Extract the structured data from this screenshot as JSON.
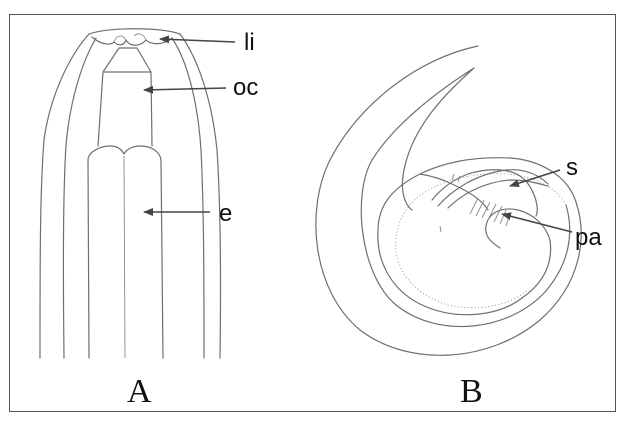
{
  "panels": [
    {
      "id": "A",
      "label": "A",
      "callouts": [
        {
          "key": "li",
          "text": "li"
        },
        {
          "key": "oc",
          "text": "oc"
        },
        {
          "key": "e",
          "text": "e"
        }
      ]
    },
    {
      "id": "B",
      "label": "B",
      "callouts": [
        {
          "key": "s",
          "text": "s"
        },
        {
          "key": "pa",
          "text": "pa"
        }
      ]
    }
  ]
}
